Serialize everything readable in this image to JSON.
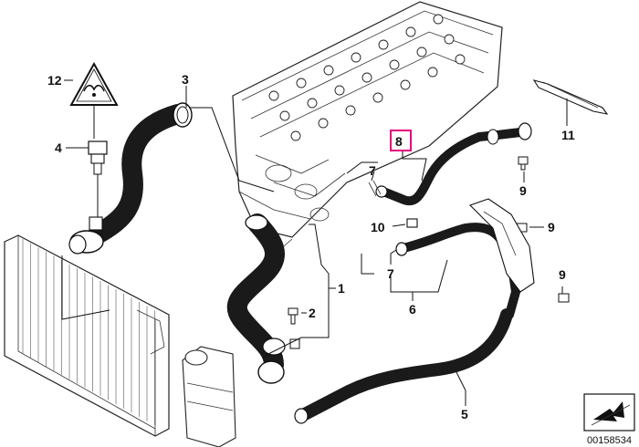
{
  "callouts": [
    {
      "id": "c12",
      "text": "12"
    },
    {
      "id": "c3",
      "text": "3"
    },
    {
      "id": "c4",
      "text": "4"
    },
    {
      "id": "c8",
      "text": "8"
    },
    {
      "id": "c7a",
      "text": "7"
    },
    {
      "id": "c9a",
      "text": "9"
    },
    {
      "id": "c10",
      "text": "10"
    },
    {
      "id": "c11",
      "text": "11"
    },
    {
      "id": "c9b",
      "text": "9"
    },
    {
      "id": "c7b",
      "text": "7"
    },
    {
      "id": "c9c",
      "text": "9"
    },
    {
      "id": "c1",
      "text": "1"
    },
    {
      "id": "c2",
      "text": "2"
    },
    {
      "id": "c6",
      "text": "6"
    },
    {
      "id": "c5",
      "text": "5"
    }
  ],
  "highlight": {
    "callout": "8",
    "color": "#e6007e"
  },
  "diagram_id": "00158534",
  "icons": [
    "warning-hot-coolant-icon",
    "arrow-sheet-icon"
  ]
}
